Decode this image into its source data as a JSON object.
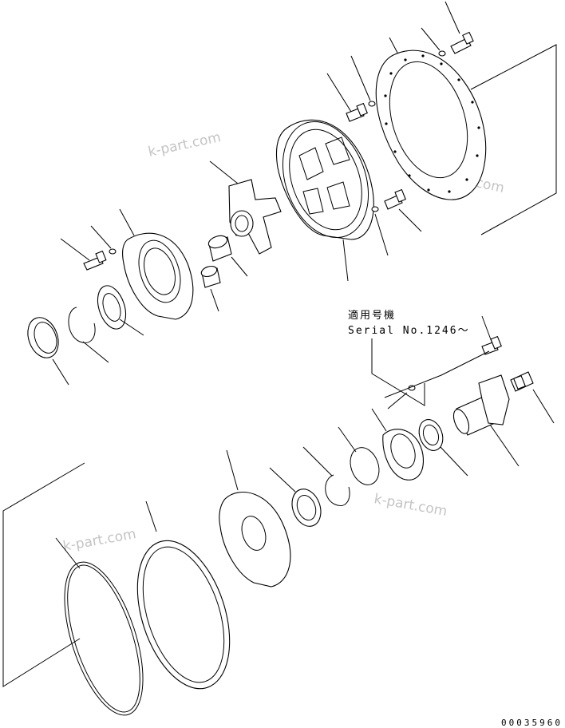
{
  "watermarks": [
    "k-part.com",
    "k-part.com",
    "k-part.com",
    "k-part.com"
  ],
  "applicable_note": {
    "line1": "適用号機",
    "line2": "Serial No.1246～"
  },
  "drawing_code": "00035960"
}
